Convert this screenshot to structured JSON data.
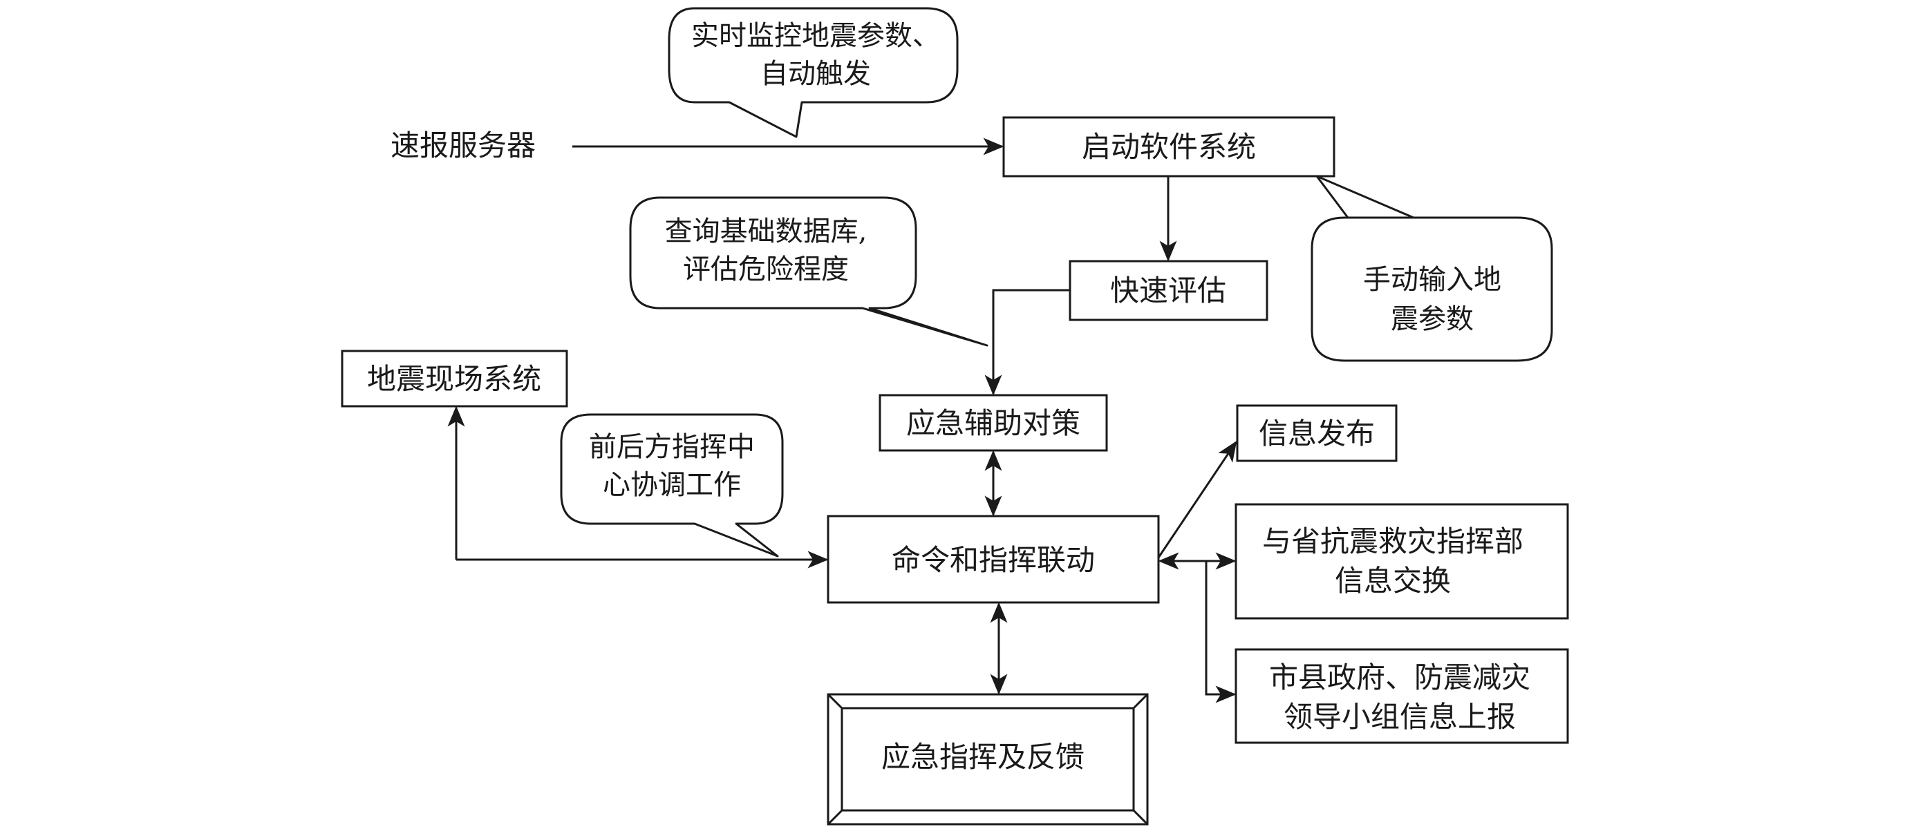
{
  "labels": {
    "server": "速报服务器",
    "start_system": "启动软件系统",
    "quick_eval": "快速评估",
    "field_system": "地震现场系统",
    "emergency_measures": "应急辅助对策",
    "info_release": "信息发布",
    "command_linkage": "命令和指挥联动",
    "province_exchange": [
      "与省抗震救灾指挥部",
      "信息交换"
    ],
    "county_report": [
      "市县政府、防震减灾",
      "领导小组信息上报"
    ],
    "command_feedback": "应急指挥及反馈"
  },
  "callouts": {
    "monitor": [
      "实时监控地震参数、",
      "自动触发"
    ],
    "manual": [
      "手动输入地",
      "震参数"
    ],
    "query": [
      "查询基础数据库,",
      "评估危险程度"
    ],
    "coordination": [
      "前后方指挥中",
      "心协调工作"
    ]
  }
}
